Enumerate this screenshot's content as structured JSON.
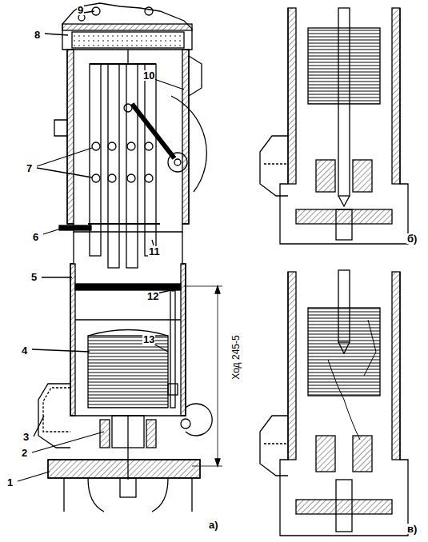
{
  "diagram": {
    "labels": [
      "9",
      "8",
      "10",
      "7",
      "6",
      "11",
      "5",
      "12",
      "4",
      "13",
      "3",
      "2",
      "1",
      "Ход 245-5",
      "а)",
      "б)",
      "в)"
    ]
  }
}
